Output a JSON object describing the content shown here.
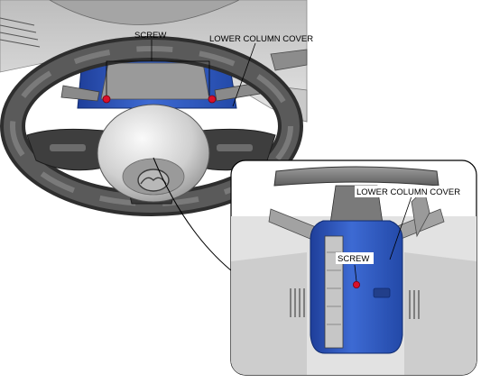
{
  "labels": {
    "main_screw": "SCREW",
    "main_lower_column_cover": "LOWER COLUMN COVER",
    "detail_lower_column_cover": "LOWER COLUMN COVER",
    "detail_screw": "SCREW"
  },
  "colors": {
    "cover_blue": "#2f5cc4",
    "cover_blue_dark": "#1f3f9a",
    "screw_red": "#d8102a",
    "line": "#000000",
    "panel_gray": "#d9d9d9",
    "gray_light": "#ececec",
    "gray_mid": "#b4b4b4",
    "gray_dark": "#7c7c7c"
  },
  "icons": {
    "wheel": "steering-wheel-icon",
    "logo": "mazda-emblem-icon",
    "screw": "screw-marker-icon"
  }
}
